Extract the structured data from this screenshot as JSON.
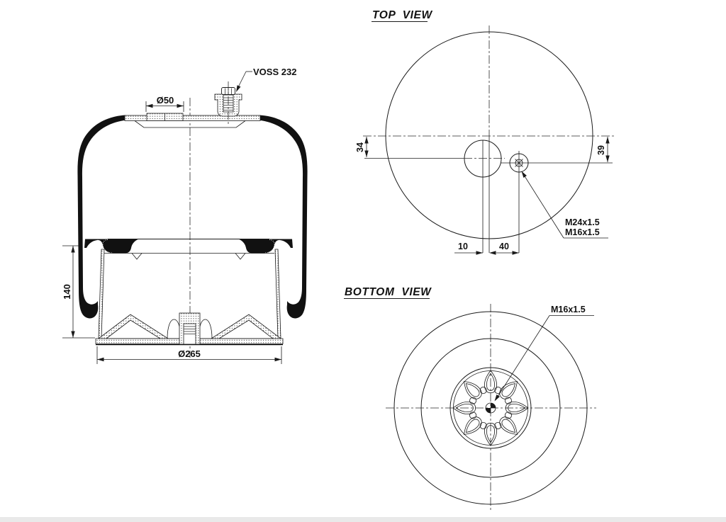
{
  "drawing_type": "air-spring technical drawing",
  "side_view": {
    "fitting_label": "VOSS 232",
    "top_port_diameter": "Ø50",
    "height_dimension": "140",
    "piston_diameter": "Ø265"
  },
  "top_view": {
    "title": "TOP VIEW",
    "port_vertical_offset": "34",
    "stud_vertical_offset": "39",
    "port_horizontal_offset": "10",
    "stud_horizontal_offset": "40",
    "stud_thread_labels": [
      "M24x1.5",
      "M16x1.5"
    ]
  },
  "bottom_view": {
    "title": "BOTTOM VIEW",
    "stud_thread_label": "M16x1.5"
  },
  "colors": {
    "line": "#1a1a1a",
    "rubber_fill": "#111111",
    "background": "#ffffff",
    "footer_bar": "#e9e9e9"
  }
}
